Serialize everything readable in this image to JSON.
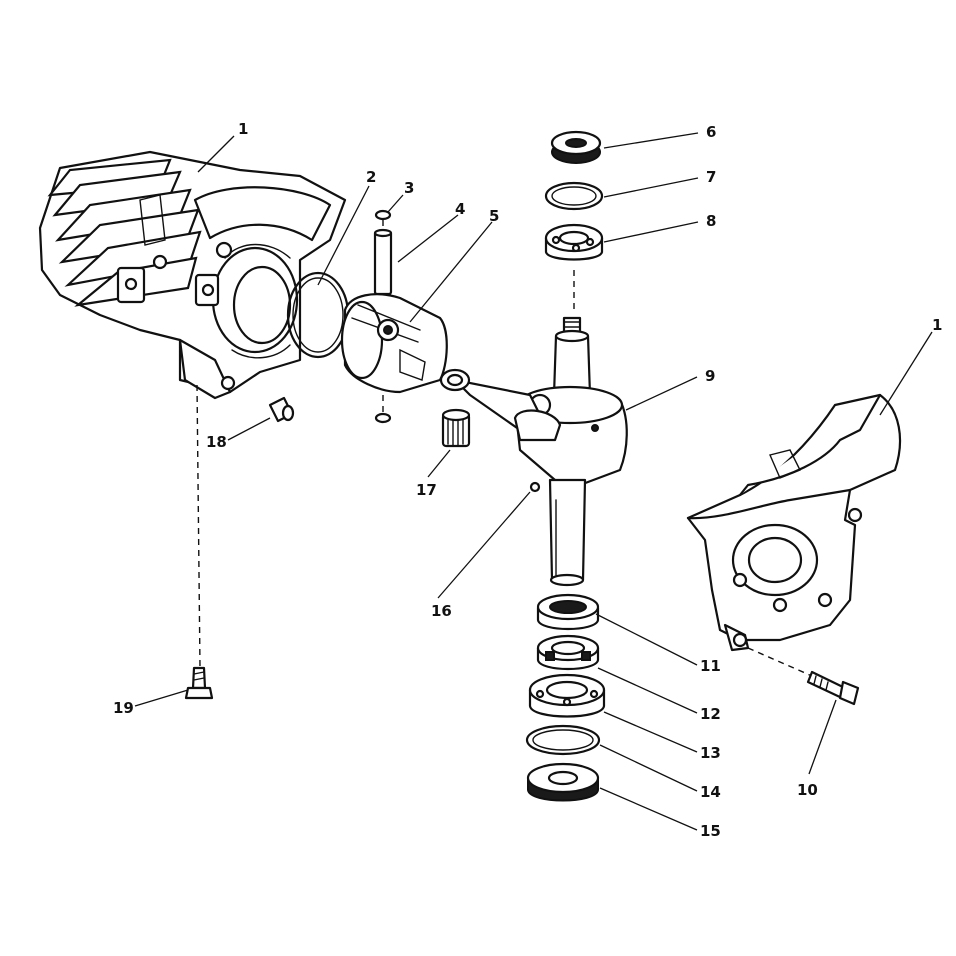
{
  "labels": {
    "cylinder_crankcase": "1",
    "crankcase_half": "1",
    "piston_ring": "2",
    "retaining_ring": "3",
    "piston_pin": "4",
    "piston": "5",
    "seal_top": "6",
    "snap_ring_top": "7",
    "bearing_top": "8",
    "crankshaft": "9",
    "screw_crankcase": "10",
    "thrust_washer": "11",
    "bearing_cage": "12",
    "bearing_bottom": "13",
    "snap_ring_bottom": "14",
    "seal_bottom": "15",
    "ball": "16",
    "needle_bearing": "17",
    "dowel_pin": "18",
    "screw_cylinder": "19"
  },
  "colors": {
    "ink": "#111111",
    "paper": "#ffffff"
  }
}
